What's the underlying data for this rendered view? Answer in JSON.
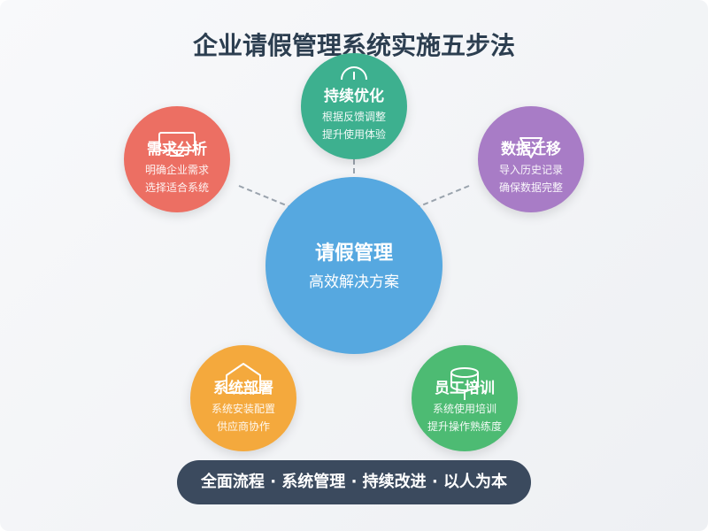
{
  "title": "企业请假管理系统实施五步法",
  "center": {
    "title": "请假管理",
    "subtitle": "高效解决方案",
    "color": "#56a8e0"
  },
  "steps": [
    {
      "id": "need-analysis",
      "title": "需求分析",
      "lines": [
        "明确企业需求",
        "选择适合系统"
      ],
      "color": "#ec6f63",
      "icon": "monitor-icon"
    },
    {
      "id": "continuous-optimization",
      "title": "持续优化",
      "lines": [
        "根据反馈调整",
        "提升使用体验"
      ],
      "color": "#3db08f",
      "icon": "gauge-icon"
    },
    {
      "id": "data-migration",
      "title": "数据迁移",
      "lines": [
        "导入历史记录",
        "确保数据完整"
      ],
      "color": "#a87cc6",
      "icon": "download-icon"
    },
    {
      "id": "system-deployment",
      "title": "系统部署",
      "lines": [
        "系统安装配置",
        "供应商协作"
      ],
      "color": "#f4a93d",
      "icon": "house-icon"
    },
    {
      "id": "staff-training",
      "title": "员工培训",
      "lines": [
        "系统使用培训",
        "提升操作熟练度"
      ],
      "color": "#4dbb73",
      "icon": "database-icon"
    }
  ],
  "footer": "全面流程 · 系统管理 · 持续改进 · 以人为本"
}
